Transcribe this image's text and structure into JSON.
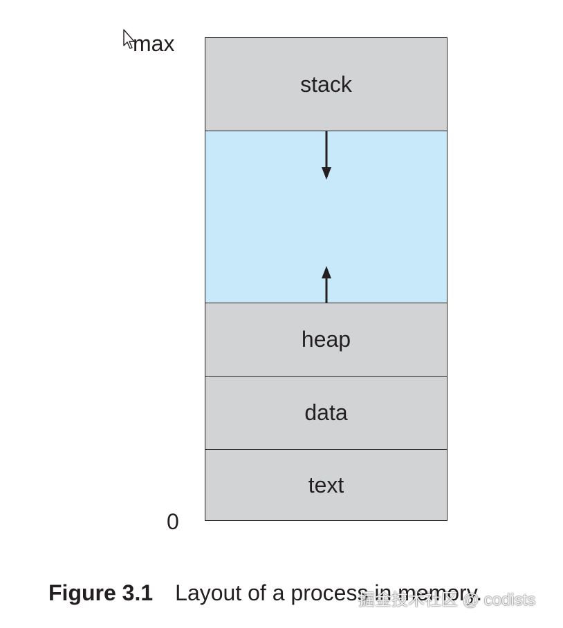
{
  "diagram": {
    "axis": {
      "top_label": "max",
      "bottom_label": "0"
    },
    "segments": {
      "stack": "stack",
      "free": "",
      "heap": "heap",
      "data": "data",
      "text": "text"
    },
    "colors": {
      "segment_fill": "#d1d3d4",
      "free_fill": "#c7e9fa",
      "outline": "#231f20"
    }
  },
  "caption": {
    "number": "Figure 3.1",
    "text": "Layout of a process in memory."
  },
  "watermark": {
    "text": "掘金技术社区 @ codists"
  }
}
